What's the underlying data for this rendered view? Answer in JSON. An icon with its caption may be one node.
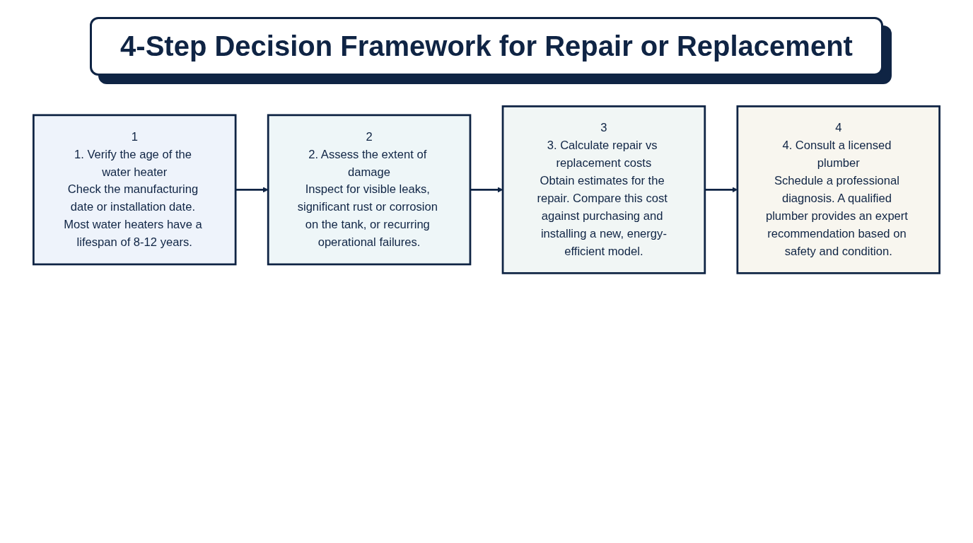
{
  "diagram": {
    "title": "4-Step Decision Framework for Repair or Replacement",
    "nodes": [
      {
        "text": [
          "1",
          "1. Verify the age of the water heater",
          "Check the manufacturing date or installation date. Most water heaters have a lifespan of 8-12 years."
        ]
      },
      {
        "text": [
          "2",
          "2. Assess the extent of damage",
          "Inspect for visible leaks, significant rust or corrosion on the tank, or recurring operational failures."
        ]
      },
      {
        "text": [
          "3",
          "3. Calculate repair vs replacement costs",
          "Obtain estimates for the repair. Compare this cost against purchasing and installing a new, energy-efficient model."
        ]
      },
      {
        "text": [
          "4",
          "4. Consult a licensed plumber",
          "Schedule a professional diagnosis. A qualified plumber provides an expert recommendation based on safety and condition."
        ]
      }
    ],
    "edges": [
      {
        "from": 0,
        "to": 1,
        "arrow": "to"
      },
      {
        "from": 1,
        "to": 2,
        "arrow": "to"
      },
      {
        "from": 2,
        "to": 3,
        "arrow": "to"
      }
    ]
  }
}
